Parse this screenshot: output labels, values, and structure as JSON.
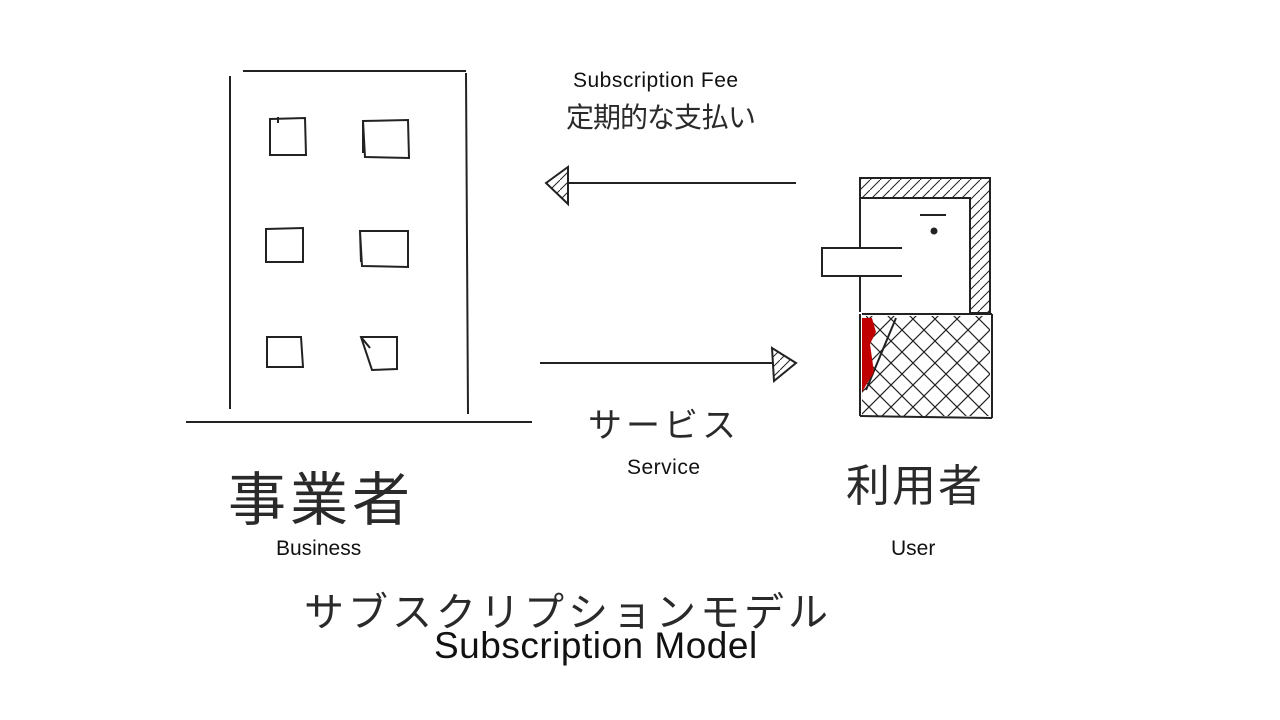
{
  "diagram": {
    "title_en": "Subscription Model",
    "title_jp": "サブスクリプションモデル",
    "business": {
      "label_en": "Business",
      "label_jp": "事業者"
    },
    "user": {
      "label_en": "User",
      "label_jp": "利用者"
    },
    "fee_arrow": {
      "label_en": "Subscription Fee",
      "label_jp": "定期的な支払い"
    },
    "service_arrow": {
      "label_en": "Service",
      "label_jp": "サービス"
    },
    "colors": {
      "line": "#222222",
      "accent": "#c00000",
      "background": "#ffffff"
    }
  }
}
